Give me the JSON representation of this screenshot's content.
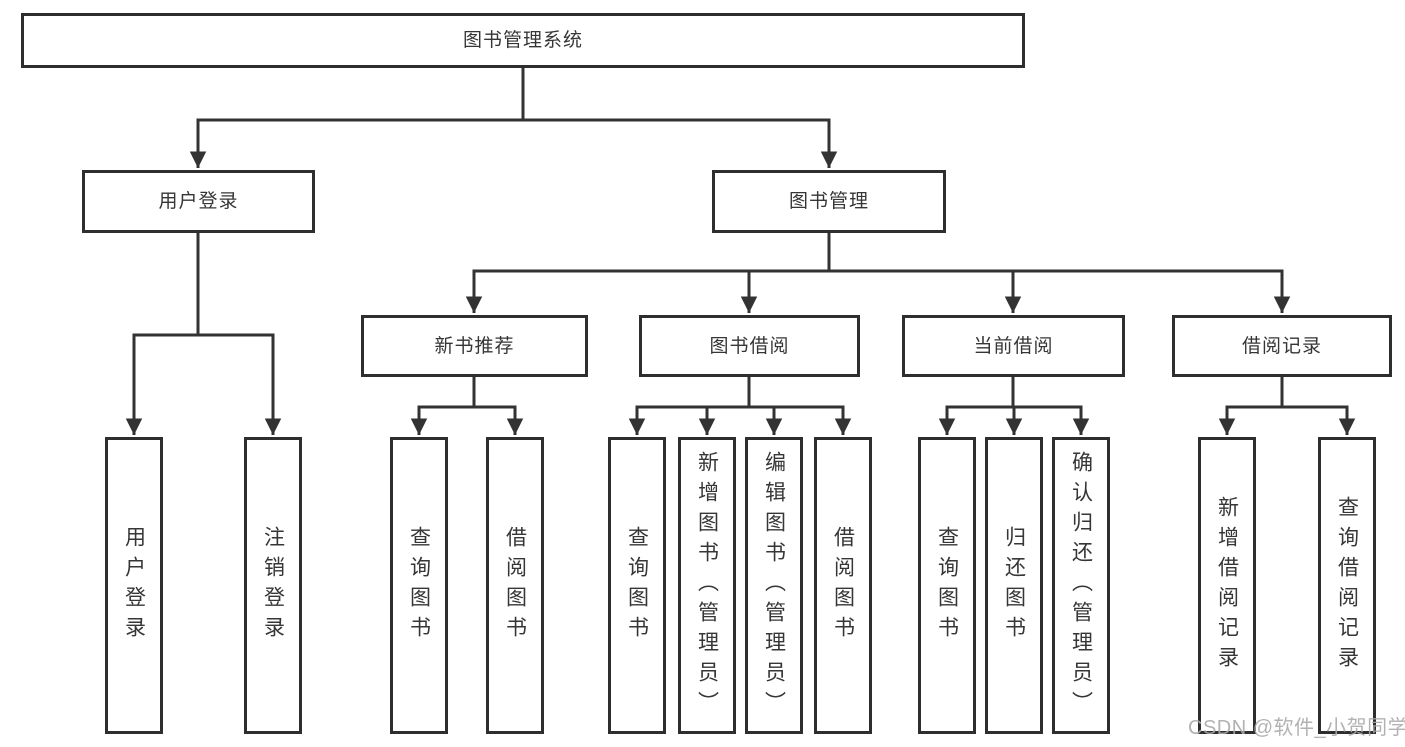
{
  "diagram": {
    "root": {
      "label": "图书管理系统"
    },
    "level2": {
      "user_login": {
        "label": "用户登录"
      },
      "book_management": {
        "label": "图书管理"
      }
    },
    "level3": {
      "new_book_recommendation": {
        "label": "新书推荐"
      },
      "book_borrowing": {
        "label": "图书借阅"
      },
      "current_borrowing": {
        "label": "当前借阅"
      },
      "borrowing_records": {
        "label": "借阅记录"
      }
    },
    "leaves": {
      "user_login": {
        "label": "用户登录"
      },
      "logout": {
        "label": "注销登录"
      },
      "nb_query_books": {
        "label": "查询图书"
      },
      "nb_borrow_books": {
        "label": "借阅图书"
      },
      "bb_query_books": {
        "label": "查询图书"
      },
      "bb_add_books_admin": {
        "label": "新增图书（管理员）"
      },
      "bb_edit_books_admin": {
        "label": "编辑图书（管理员）"
      },
      "bb_borrow_books": {
        "label": "借阅图书"
      },
      "cb_query_books": {
        "label": "查询图书"
      },
      "cb_return_books": {
        "label": "归还图书"
      },
      "cb_confirm_return_admin": {
        "label": "确认归还（管理员）"
      },
      "br_add_record": {
        "label": "新增借阅记录"
      },
      "br_query_record": {
        "label": "查询借阅记录"
      }
    }
  },
  "watermark": {
    "text": "CSDN @软件_小贺同学"
  },
  "colors": {
    "line": "#333333",
    "box_border": "#2e2e2e",
    "text": "#363636",
    "watermark": "#aaaaaa",
    "background": "#ffffff"
  }
}
